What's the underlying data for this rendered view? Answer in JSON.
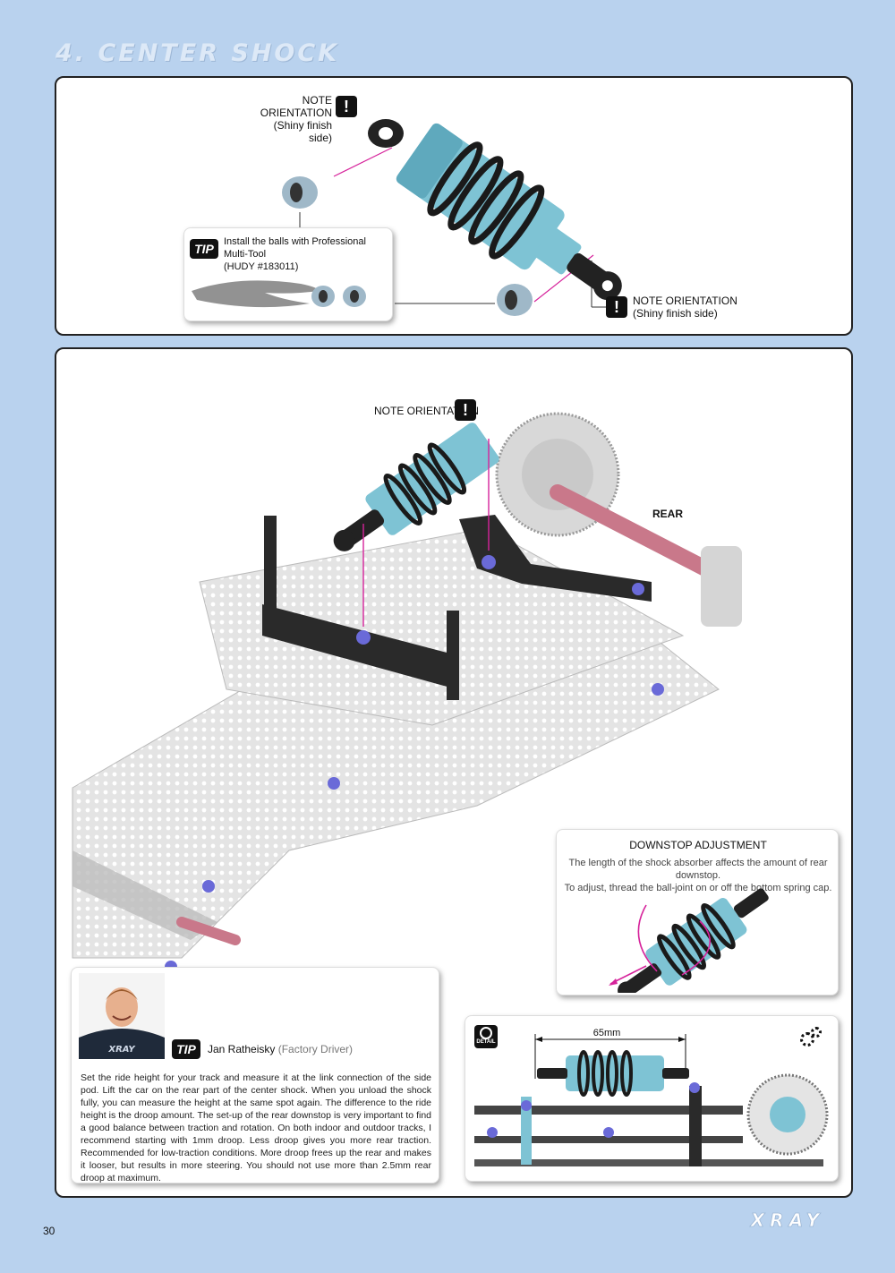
{
  "page": {
    "section_title": "4. CENTER SHOCK",
    "page_number": "30",
    "brand": "XRAY"
  },
  "top_panel": {
    "note1": {
      "title": "NOTE ORIENTATION",
      "sub": "(Shiny finish side)"
    },
    "note2": {
      "title": "NOTE ORIENTATION",
      "sub": "(Shiny finish side)"
    },
    "tip": {
      "badge": "TIP",
      "line1": "Install the balls with Professional Multi-Tool",
      "line2": "(HUDY #183011)"
    }
  },
  "main_panel": {
    "note": {
      "title": "NOTE ORIENTATION"
    },
    "rear_label": "REAR",
    "downstop": {
      "title": "DOWNSTOP ADJUSTMENT",
      "line1": "The length of the shock absorber affects the amount of rear downstop.",
      "line2": "To adjust, thread the ball-joint on or off the bottom spring cap."
    },
    "driver_tip": {
      "badge": "TIP",
      "name": "Jan Ratheisky",
      "role": "(Factory Driver)",
      "text": "Set the ride height for your track and measure it at the link connection of the side pod. Lift the car on the rear part of the center shock. When you unload the shock fully, you can measure the height at the same spot again. The difference to the ride height is the droop amount. The set-up of the rear downstop is very important to find a good balance between traction and rotation. On both indoor and outdoor tracks, I recommend starting with 1mm droop. Less droop gives you more rear traction. Recommended for low-traction conditions. More droop frees up the rear and makes it looser, but results in more steering. You should not use more than 2.5mm rear droop at maximum."
    },
    "detail": {
      "badge": "DETAIL",
      "dimension": "65mm"
    }
  },
  "colors": {
    "background": "#b9d2ee",
    "shock_blue": "#7ec3d4",
    "accent_magenta": "#d6239b",
    "screw_purple": "#6a6ad8"
  }
}
